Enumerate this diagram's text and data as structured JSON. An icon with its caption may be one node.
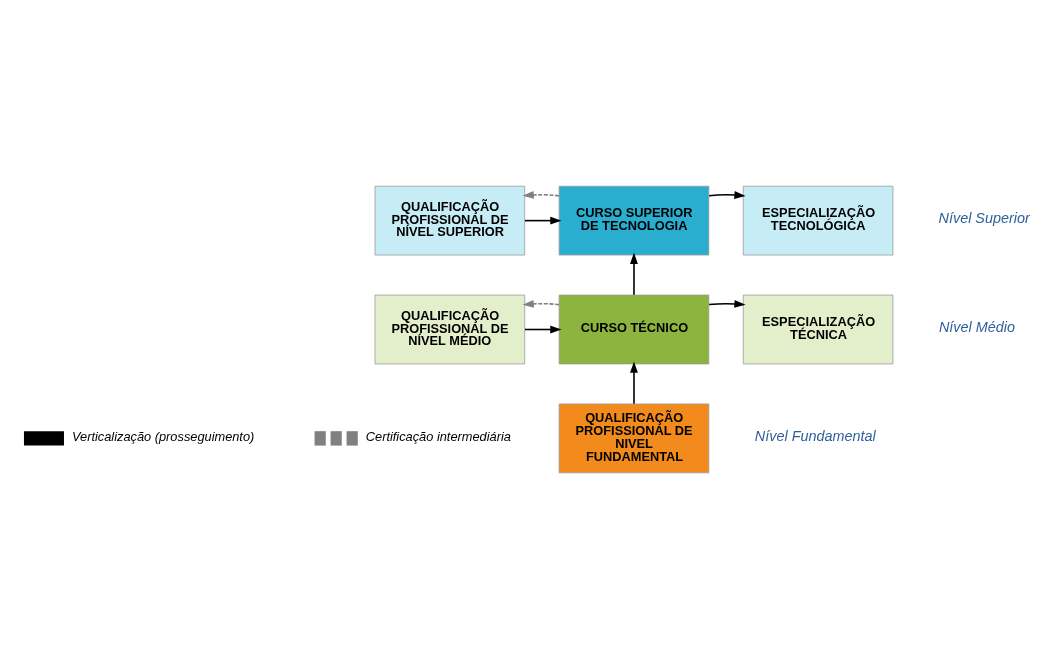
{
  "diagram": {
    "nodes": [
      {
        "text": [
          "QUALIFICAÇÃO PROFISSIONAL DE NÍVEL SUPERIOR"
        ]
      },
      {
        "text": [
          "CURSO SUPERIOR DE TECNOLOGIA"
        ]
      },
      {
        "text": [
          "ESPECIALIZAÇÃO TECNOLÓGICA"
        ]
      },
      {
        "text": [
          "QUALIFICAÇÃO PROFISSIONAL DE NÍVEL MÉDIO"
        ]
      },
      {
        "text": [
          "CURSO TÉCNICO"
        ]
      },
      {
        "text": [
          "ESPECIALIZAÇÃO TÉCNICA"
        ]
      },
      {
        "text": [
          "QUALIFICAÇÃO PROFISSIONAL DE NIVEL FUNDAMENTAL"
        ]
      }
    ],
    "edges": [
      {
        "from": 0,
        "to": 1,
        "arrow": "to"
      },
      {
        "from": 1,
        "to": 0,
        "arrow": "to",
        "style": "dashed",
        "color": "#808080"
      },
      {
        "from": 1,
        "to": 2,
        "arrow": "to"
      },
      {
        "from": 3,
        "to": 4,
        "arrow": "to"
      },
      {
        "from": 4,
        "to": 3,
        "arrow": "to",
        "style": "dashed",
        "color": "#808080"
      },
      {
        "from": 4,
        "to": 5,
        "arrow": "to"
      },
      {
        "from": 4,
        "to": 1,
        "arrow": "to"
      },
      {
        "from": 6,
        "to": 4,
        "arrow": "to"
      }
    ],
    "labels": [
      "Nível Superior",
      "Nível Médio",
      "Nível Fundamental"
    ],
    "legend": [
      {
        "text": "Verticalização (prosseguimento)"
      },
      {
        "text": "Certificação intermediária"
      }
    ]
  }
}
